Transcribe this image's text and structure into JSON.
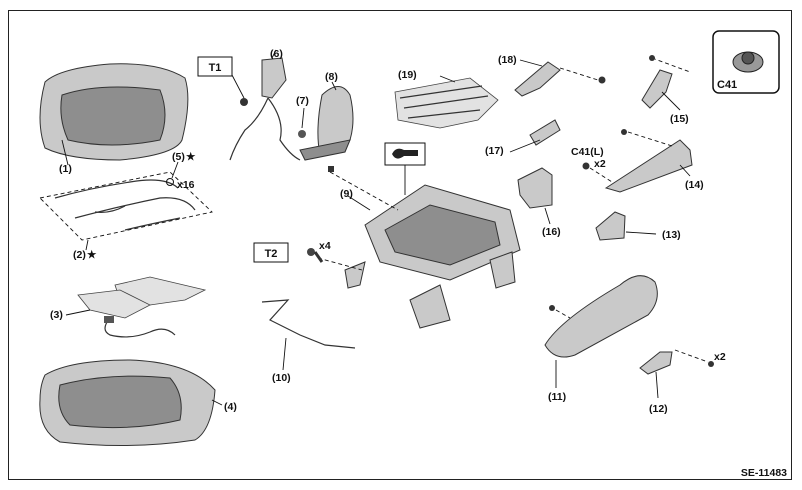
{
  "callouts": [
    {
      "id": "c1",
      "text": "(1)"
    },
    {
      "id": "c2",
      "text": "(2)"
    },
    {
      "id": "c3",
      "text": "(3)"
    },
    {
      "id": "c4",
      "text": "(4)"
    },
    {
      "id": "c5",
      "text": "(5)"
    },
    {
      "id": "c6",
      "text": "(6)"
    },
    {
      "id": "c7",
      "text": "(7)"
    },
    {
      "id": "c8",
      "text": "(8)"
    },
    {
      "id": "c9",
      "text": "(9)"
    },
    {
      "id": "c10",
      "text": "(10)"
    },
    {
      "id": "c11",
      "text": "(11)"
    },
    {
      "id": "c12",
      "text": "(12)"
    },
    {
      "id": "c13",
      "text": "(13)"
    },
    {
      "id": "c14",
      "text": "(14)"
    },
    {
      "id": "c15",
      "text": "(15)"
    },
    {
      "id": "c16",
      "text": "(16)"
    },
    {
      "id": "c17",
      "text": "(17)"
    },
    {
      "id": "c18",
      "text": "(18)"
    },
    {
      "id": "c19",
      "text": "(19)"
    }
  ],
  "quantities": {
    "q5": "x16",
    "qT2": "x4",
    "qC41": "x2",
    "q12": "x2"
  },
  "star_symbol": "★",
  "torque_boxes": {
    "t1": "T1",
    "t2": "T2"
  },
  "clip_ref": {
    "label": "C41",
    "callout": "C41(L)"
  },
  "figure_code": "SE-11483"
}
